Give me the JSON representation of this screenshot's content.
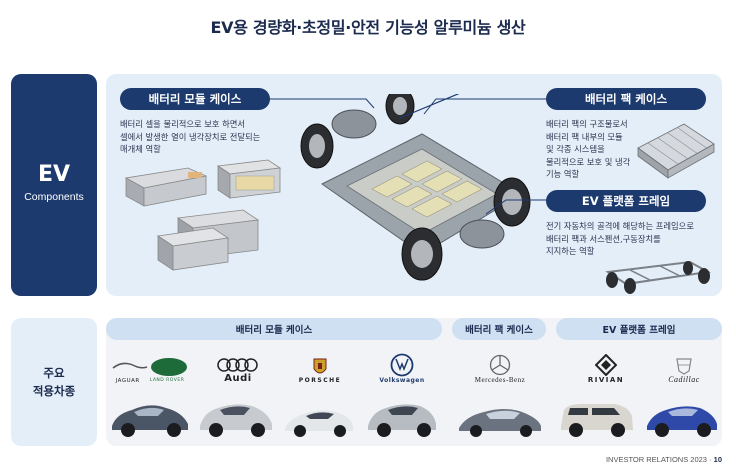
{
  "title": "EV용 경량화·초정밀·안전 기능성 알루미늄 생산",
  "ev_label": {
    "main": "EV",
    "sub": "Components"
  },
  "components": {
    "module": {
      "label": "배터리 모듈 케이스",
      "desc": [
        "배터리 셀을 물리적으로 보호 하면서",
        "셀에서 발생한 열이 냉각장치로 전달되는",
        "매개체 역할"
      ]
    },
    "pack": {
      "label": "배터리 팩 케이스",
      "desc": [
        "배터리 팩의 구조물로서",
        "배터리 팩 내부의 모듈",
        "및 각종 시스템을",
        "물리적으로 보호 및 냉각",
        "기능 역할"
      ]
    },
    "platform": {
      "label": "EV 플랫폼 프레임",
      "desc": [
        "전기 자동차의 골격에 해당하는 프레임으로",
        "배터리 팩과 서스펜션,구동장치를",
        "지지하는 역할"
      ]
    }
  },
  "models_label": [
    "주요",
    "적용차종"
  ],
  "categories": {
    "module": "배터리 모듈 케이스",
    "pack": "배터리 팩 케이스",
    "platform": "EV 플랫폼 프레임"
  },
  "brands": {
    "jaguar_lr": "JAGUAR",
    "land_rover": "LAND ROVER",
    "audi": "Audi",
    "porsche": "PORSCHE",
    "vw": "Volkswagen",
    "mercedes": "Mercedes-Benz",
    "rivian": "RIVIAN",
    "cadillac": "Cadillac"
  },
  "footer": {
    "text": "INVESTOR RELATIONS 2023 · ",
    "page": "10"
  },
  "colors": {
    "navy": "#1d3a6e",
    "light_panel": "#e4eef8",
    "cat_pill": "#cfe0f2"
  }
}
